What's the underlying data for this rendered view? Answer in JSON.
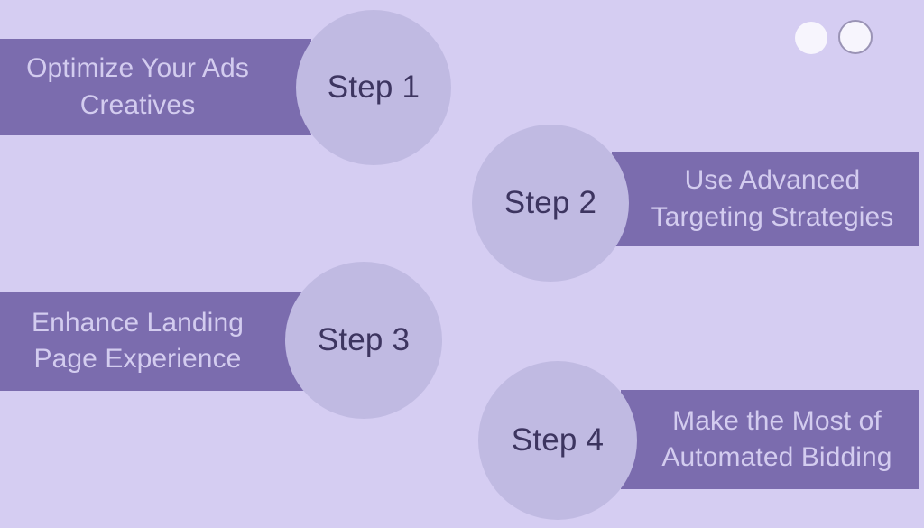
{
  "theme": {
    "background_color": "#d5cdf2",
    "bar_color": "#7b6cae",
    "bar_text_color": "#d3ccef",
    "circle_color": "#c0bae2",
    "circle_text_color": "#3d3560",
    "dot_fill_color": "#f7f5fd",
    "dot_outline_color": "#9a93b5"
  },
  "steps": [
    {
      "step_label": "Step 1",
      "title": "Optimize Your Ads\nCreatives",
      "bar_side": "left"
    },
    {
      "step_label": "Step 2",
      "title": "Use Advanced\nTargeting Strategies",
      "bar_side": "right"
    },
    {
      "step_label": "Step 3",
      "title": "Enhance Landing\nPage Experience",
      "bar_side": "left"
    },
    {
      "step_label": "Step 4",
      "title": "Make the Most of\nAutomated Bidding",
      "bar_side": "right"
    }
  ],
  "decorations": {
    "dots": [
      {
        "name": "filled-dot",
        "style": "filled"
      },
      {
        "name": "outlined-dot",
        "style": "outlined"
      }
    ]
  }
}
